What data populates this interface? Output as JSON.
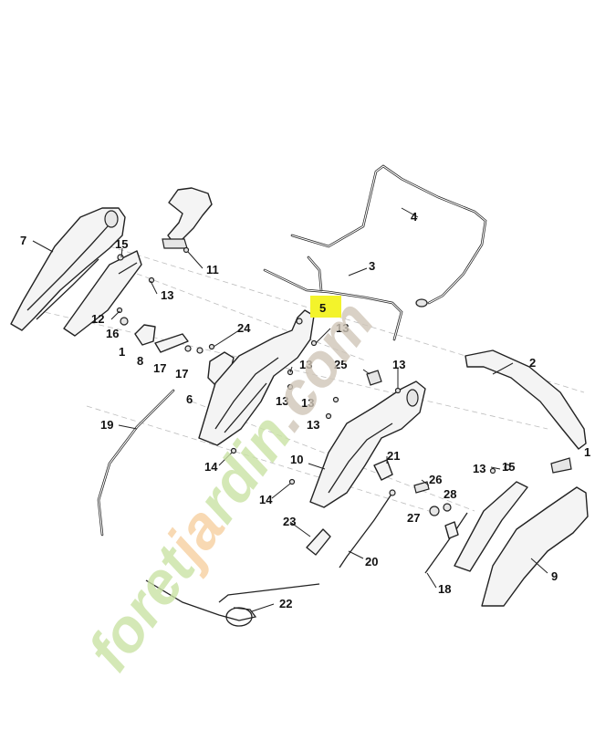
{
  "watermark": {
    "text_green": "foret",
    "text_orange": "ja",
    "text_green2": "rdin",
    "text_suffix": ".com",
    "color_green": "#c9e2a4",
    "color_orange": "#f6cfa0",
    "color_gray": "#cfc6b8"
  },
  "highlight_color": "#f3f32b",
  "callouts": [
    {
      "id": "c7",
      "text": "7"
    },
    {
      "id": "c15a",
      "text": "15"
    },
    {
      "id": "c11",
      "text": "11"
    },
    {
      "id": "c13a",
      "text": "13"
    },
    {
      "id": "c12",
      "text": "12"
    },
    {
      "id": "c16",
      "text": "16"
    },
    {
      "id": "c1",
      "text": "1"
    },
    {
      "id": "c8",
      "text": "8"
    },
    {
      "id": "c17a",
      "text": "17"
    },
    {
      "id": "c17b",
      "text": "17"
    },
    {
      "id": "c24",
      "text": "24"
    },
    {
      "id": "c6",
      "text": "6"
    },
    {
      "id": "c5",
      "text": "5"
    },
    {
      "id": "c13b",
      "text": "13"
    },
    {
      "id": "c13c",
      "text": "13"
    },
    {
      "id": "c13d",
      "text": "13"
    },
    {
      "id": "c13e",
      "text": "13"
    },
    {
      "id": "c13f",
      "text": "13"
    },
    {
      "id": "c25",
      "text": "25"
    },
    {
      "id": "c13g",
      "text": "13"
    },
    {
      "id": "c4",
      "text": "4"
    },
    {
      "id": "c3",
      "text": "3"
    },
    {
      "id": "c2",
      "text": "2"
    },
    {
      "id": "c19",
      "text": "19"
    },
    {
      "id": "c14a",
      "text": "14"
    },
    {
      "id": "c14b",
      "text": "14"
    },
    {
      "id": "c10",
      "text": "10"
    },
    {
      "id": "c21",
      "text": "21"
    },
    {
      "id": "c26",
      "text": "26"
    },
    {
      "id": "c28",
      "text": "28"
    },
    {
      "id": "c27",
      "text": "27"
    },
    {
      "id": "c23",
      "text": "23"
    },
    {
      "id": "c20",
      "text": "20"
    },
    {
      "id": "c18",
      "text": "18"
    },
    {
      "id": "c22",
      "text": "22"
    },
    {
      "id": "c13h",
      "text": "13"
    },
    {
      "id": "c15b",
      "text": "15"
    },
    {
      "id": "c1b",
      "text": "1"
    },
    {
      "id": "c9",
      "text": "9"
    }
  ]
}
